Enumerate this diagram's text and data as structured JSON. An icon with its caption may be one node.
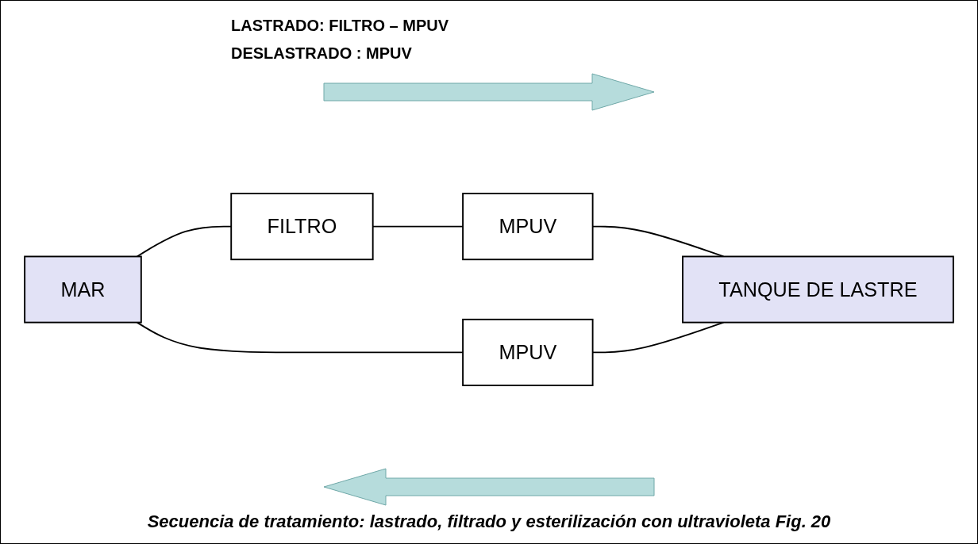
{
  "diagram": {
    "caption": "Secuencia de tratamiento: lastrado, filtrado y esterilización con ultravioleta Fig. 20",
    "nodes": [
      {
        "text": [
          "MAR"
        ]
      },
      {
        "text": [
          "FILTRO"
        ]
      },
      {
        "text": [
          "MPUV"
        ]
      },
      {
        "text": [
          "TANQUE DE LASTRE"
        ]
      },
      {
        "text": [
          "MPUV"
        ]
      }
    ],
    "edges": [
      {
        "from": 0,
        "to": 1,
        "arrow": "none"
      },
      {
        "from": 1,
        "to": 2,
        "arrow": "none"
      },
      {
        "from": 2,
        "to": 3,
        "arrow": "none"
      },
      {
        "from": 0,
        "to": 4,
        "arrow": "none"
      },
      {
        "from": 4,
        "to": 3,
        "arrow": "none"
      }
    ],
    "labels": [
      "LASTRADO: FILTRO – MPUV",
      "DESLASTRADO : MPUV"
    ]
  }
}
